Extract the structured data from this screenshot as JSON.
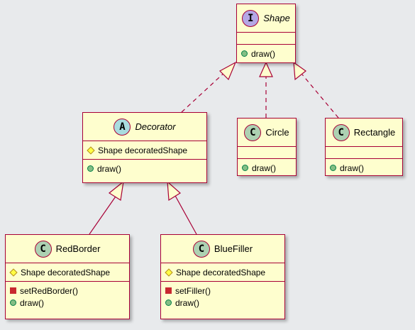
{
  "classes": {
    "shape": {
      "stereotype": "I",
      "name": "Shape",
      "methods": [
        "draw()"
      ]
    },
    "decorator": {
      "stereotype": "A",
      "name": "Decorator",
      "fields": [
        "Shape decoratedShape"
      ],
      "methods": [
        "draw()"
      ]
    },
    "circle": {
      "stereotype": "C",
      "name": "Circle",
      "methods": [
        "draw()"
      ]
    },
    "rectangle": {
      "stereotype": "C",
      "name": "Rectangle",
      "methods": [
        "draw()"
      ]
    },
    "redborder": {
      "stereotype": "C",
      "name": "RedBorder",
      "fields": [
        "Shape decoratedShape"
      ],
      "methods": [
        "setRedBorder()",
        "draw()"
      ]
    },
    "bluefiller": {
      "stereotype": "C",
      "name": "BlueFiller",
      "fields": [
        "Shape decoratedShape"
      ],
      "methods": [
        "setFiller()",
        "draw()"
      ]
    }
  },
  "relations": [
    {
      "from": "decorator",
      "to": "shape",
      "type": "realization"
    },
    {
      "from": "circle",
      "to": "shape",
      "type": "realization"
    },
    {
      "from": "rectangle",
      "to": "shape",
      "type": "realization"
    },
    {
      "from": "redborder",
      "to": "decorator",
      "type": "generalization"
    },
    {
      "from": "bluefiller",
      "to": "decorator",
      "type": "generalization"
    }
  ],
  "colors": {
    "background": "#e8eaec",
    "class_fill": "#fefece",
    "border": "#a80036",
    "interface_badge": "#b4a7e5",
    "abstract_badge": "#a9dcdf",
    "class_badge": "#add1b2"
  }
}
